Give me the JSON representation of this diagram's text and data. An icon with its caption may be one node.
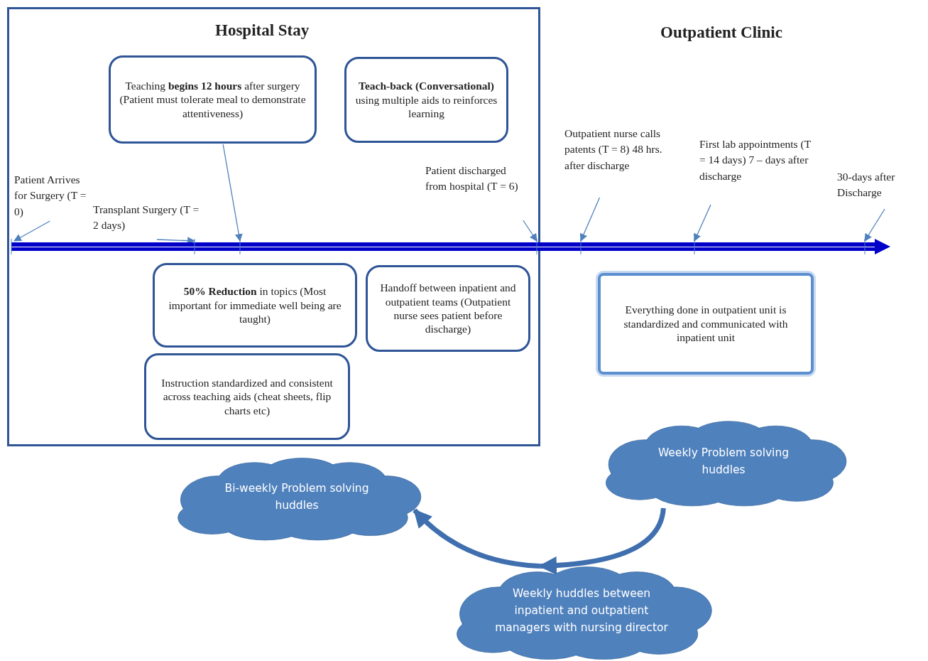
{
  "diagram": {
    "nodes": [
      {
        "text": [
          "Hospital Stay"
        ]
      },
      {
        "text": [
          "Teaching **begins 12 hours** after surgery (Patient must tolerate meal to demonstrate attentiveness)"
        ],
        "in": 0
      },
      {
        "text": [
          "**Teach-back (Conversational)** using multiple aids to reinforces learning"
        ],
        "in": 0
      },
      {
        "text": [
          "Patient Arrives for Surgery (T = 0)"
        ],
        "in": 0
      },
      {
        "text": [
          "Transplant Surgery (T = 2 days)"
        ],
        "in": 0
      },
      {
        "text": [
          "Patient discharged from hospital (T = 6)"
        ],
        "in": 0
      },
      {
        "text": [
          "**50% Reduction** in topics (Most important for immediate well being are taught)"
        ],
        "in": 0
      },
      {
        "text": [
          "Handoff between inpatient and outpatient teams (Outpatient nurse sees patient before discharge)"
        ],
        "in": 0
      },
      {
        "text": [
          "Instruction standardized and consistent across teaching aids (cheat sheets, flip charts etc)"
        ],
        "in": 0
      },
      {
        "text": [
          "Outpatient nurse calls patents (T = 8) 48 hrs. after discharge"
        ]
      },
      {
        "text": [
          "First lab appointments (T = 14 days)   7 – days after discharge"
        ]
      },
      {
        "text": [
          "30-days after Discharge"
        ]
      },
      {
        "text": [
          "Everything done in outpatient unit is standardized and communicated with inpatient unit"
        ]
      },
      {
        "text": [
          "Bi-weekly Problem solving huddles"
        ]
      },
      {
        "text": [
          "Weekly Problem solving huddles"
        ]
      },
      {
        "text": [
          "Weekly huddles between inpatient and outpatient managers with nursing director"
        ]
      },
      {
        "text": [],
        "shape": "bar"
      }
    ],
    "edges": [
      {
        "from": 3,
        "to": 16,
        "arrow": "to"
      },
      {
        "from": 4,
        "to": 16,
        "arrow": "to"
      },
      {
        "from": 1,
        "to": 16,
        "arrow": "to"
      },
      {
        "from": 5,
        "to": 16,
        "arrow": "to"
      },
      {
        "from": 9,
        "to": 16,
        "arrow": "to"
      },
      {
        "from": 10,
        "to": 16,
        "arrow": "to"
      },
      {
        "from": 11,
        "to": 16,
        "arrow": "to"
      },
      {
        "from": 14,
        "to": 15,
        "arrow": "to",
        "style": "thick"
      },
      {
        "from": 15,
        "to": 13,
        "arrow": "to",
        "style": "thick"
      }
    ],
    "labels": [
      "Outpatient Clinic"
    ]
  }
}
